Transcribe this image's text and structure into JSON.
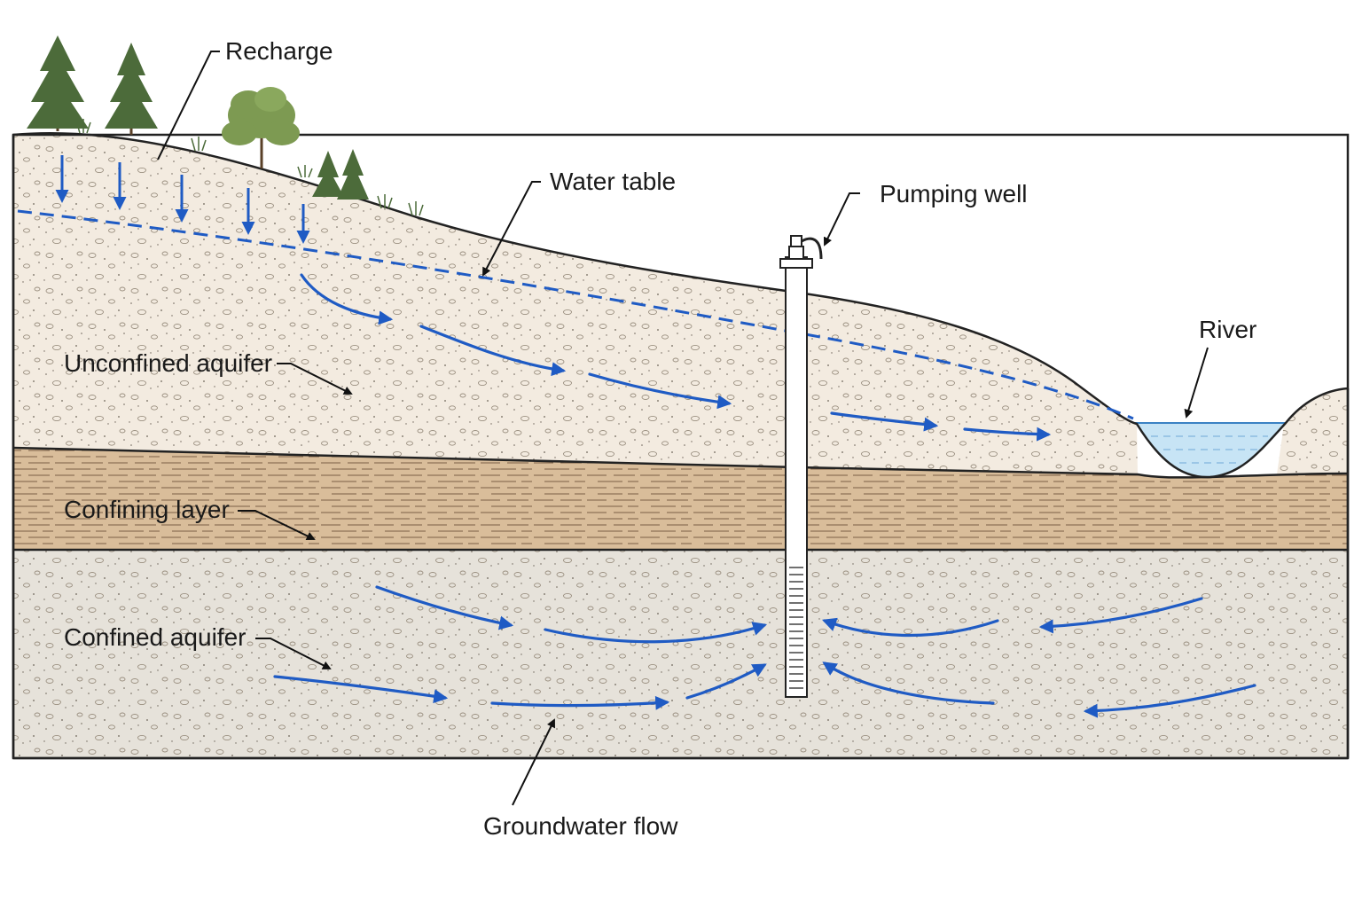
{
  "labels": {
    "recharge": "Recharge",
    "water_table": "Water table",
    "pumping_well": "Pumping well",
    "river": "River",
    "unconfined_aquifer": "Unconfined aquifer",
    "confining_layer": "Confining layer",
    "confined_aquifer": "Confined aquifer",
    "groundwater_flow": "Groundwater flow"
  },
  "colors": {
    "flow_arrow": "#1f5bc4",
    "unconfined_fill": "#f3ebe0",
    "confining_fill": "#d9bd9a",
    "confined_fill": "#e6e2da",
    "river_water": "#c7e4f5",
    "tree_green": "#4c6b3a"
  },
  "icons": [
    "conifer-tree-icon",
    "broadleaf-tree-icon",
    "grass-tuft-icon",
    "well-pipe-icon"
  ]
}
